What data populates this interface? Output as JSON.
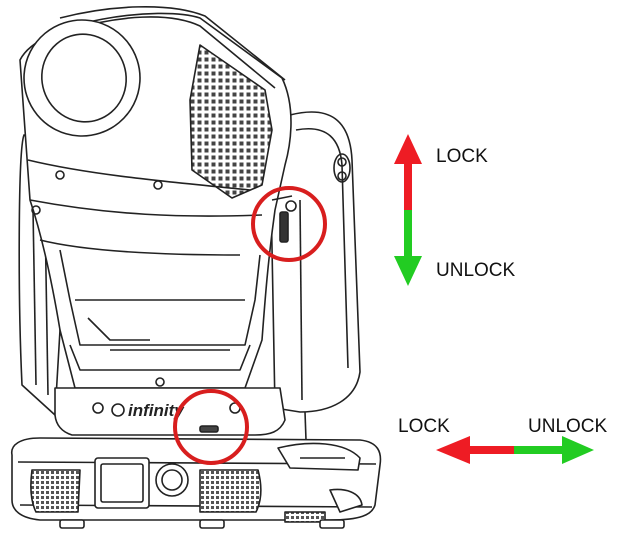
{
  "diagram": {
    "brand_text": "infinity",
    "tilt_lock": {
      "lock_label": "LOCK",
      "unlock_label": "UNLOCK"
    },
    "pan_lock": {
      "lock_label": "LOCK",
      "unlock_label": "UNLOCK"
    }
  },
  "colors": {
    "lock_arrow": "#ee1c24",
    "unlock_arrow": "#22cc22",
    "highlight_circle": "#d81e1e",
    "line_art": "#222222"
  }
}
